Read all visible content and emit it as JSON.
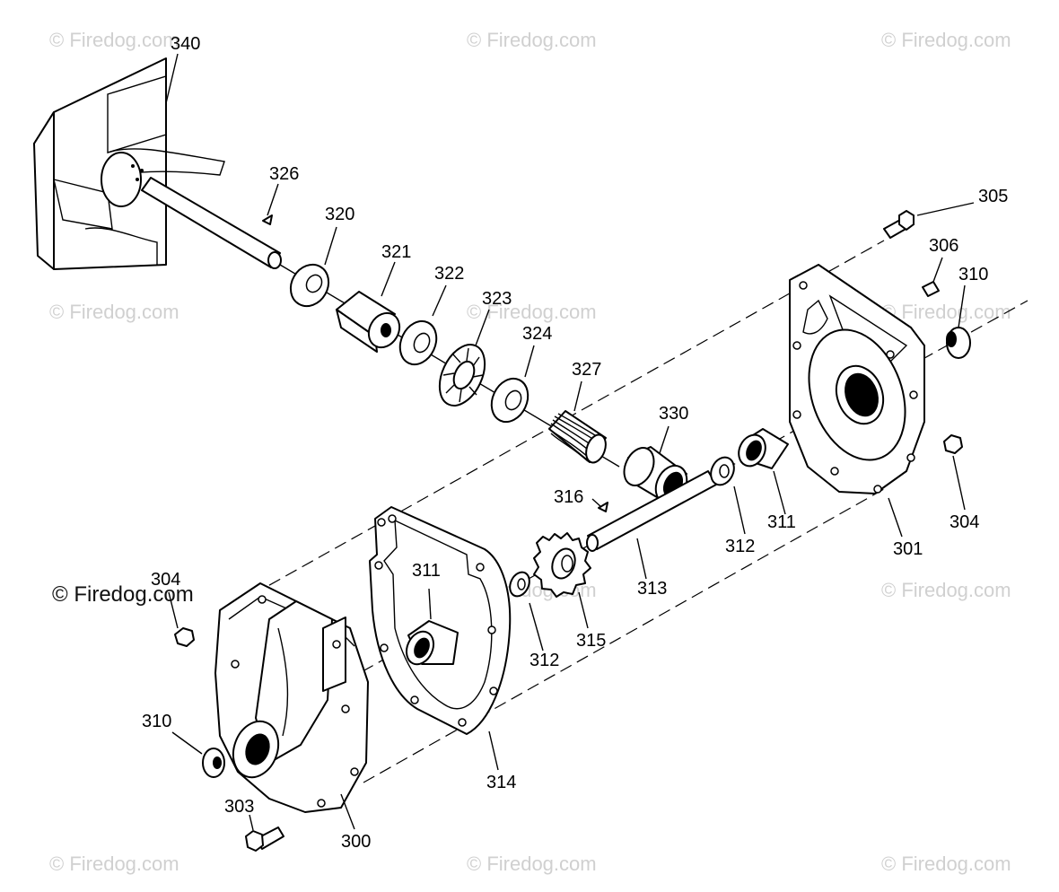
{
  "watermark": {
    "text": "© Firedog.com",
    "copyright_main": "© Firedog.com"
  },
  "labels": {
    "l340": "340",
    "l326": "326",
    "l320": "320",
    "l321": "321",
    "l322": "322",
    "l323": "323",
    "l324": "324",
    "l327": "327",
    "l330": "330",
    "l316": "316",
    "l311a": "311",
    "l312a": "312",
    "l313": "313",
    "l315": "315",
    "l305": "305",
    "l306": "306",
    "l310a": "310",
    "l304a": "304",
    "l301": "301",
    "l311b": "311",
    "l312b": "312",
    "l314": "314",
    "l304b": "304",
    "l310b": "310",
    "l303": "303",
    "l300": "300"
  }
}
